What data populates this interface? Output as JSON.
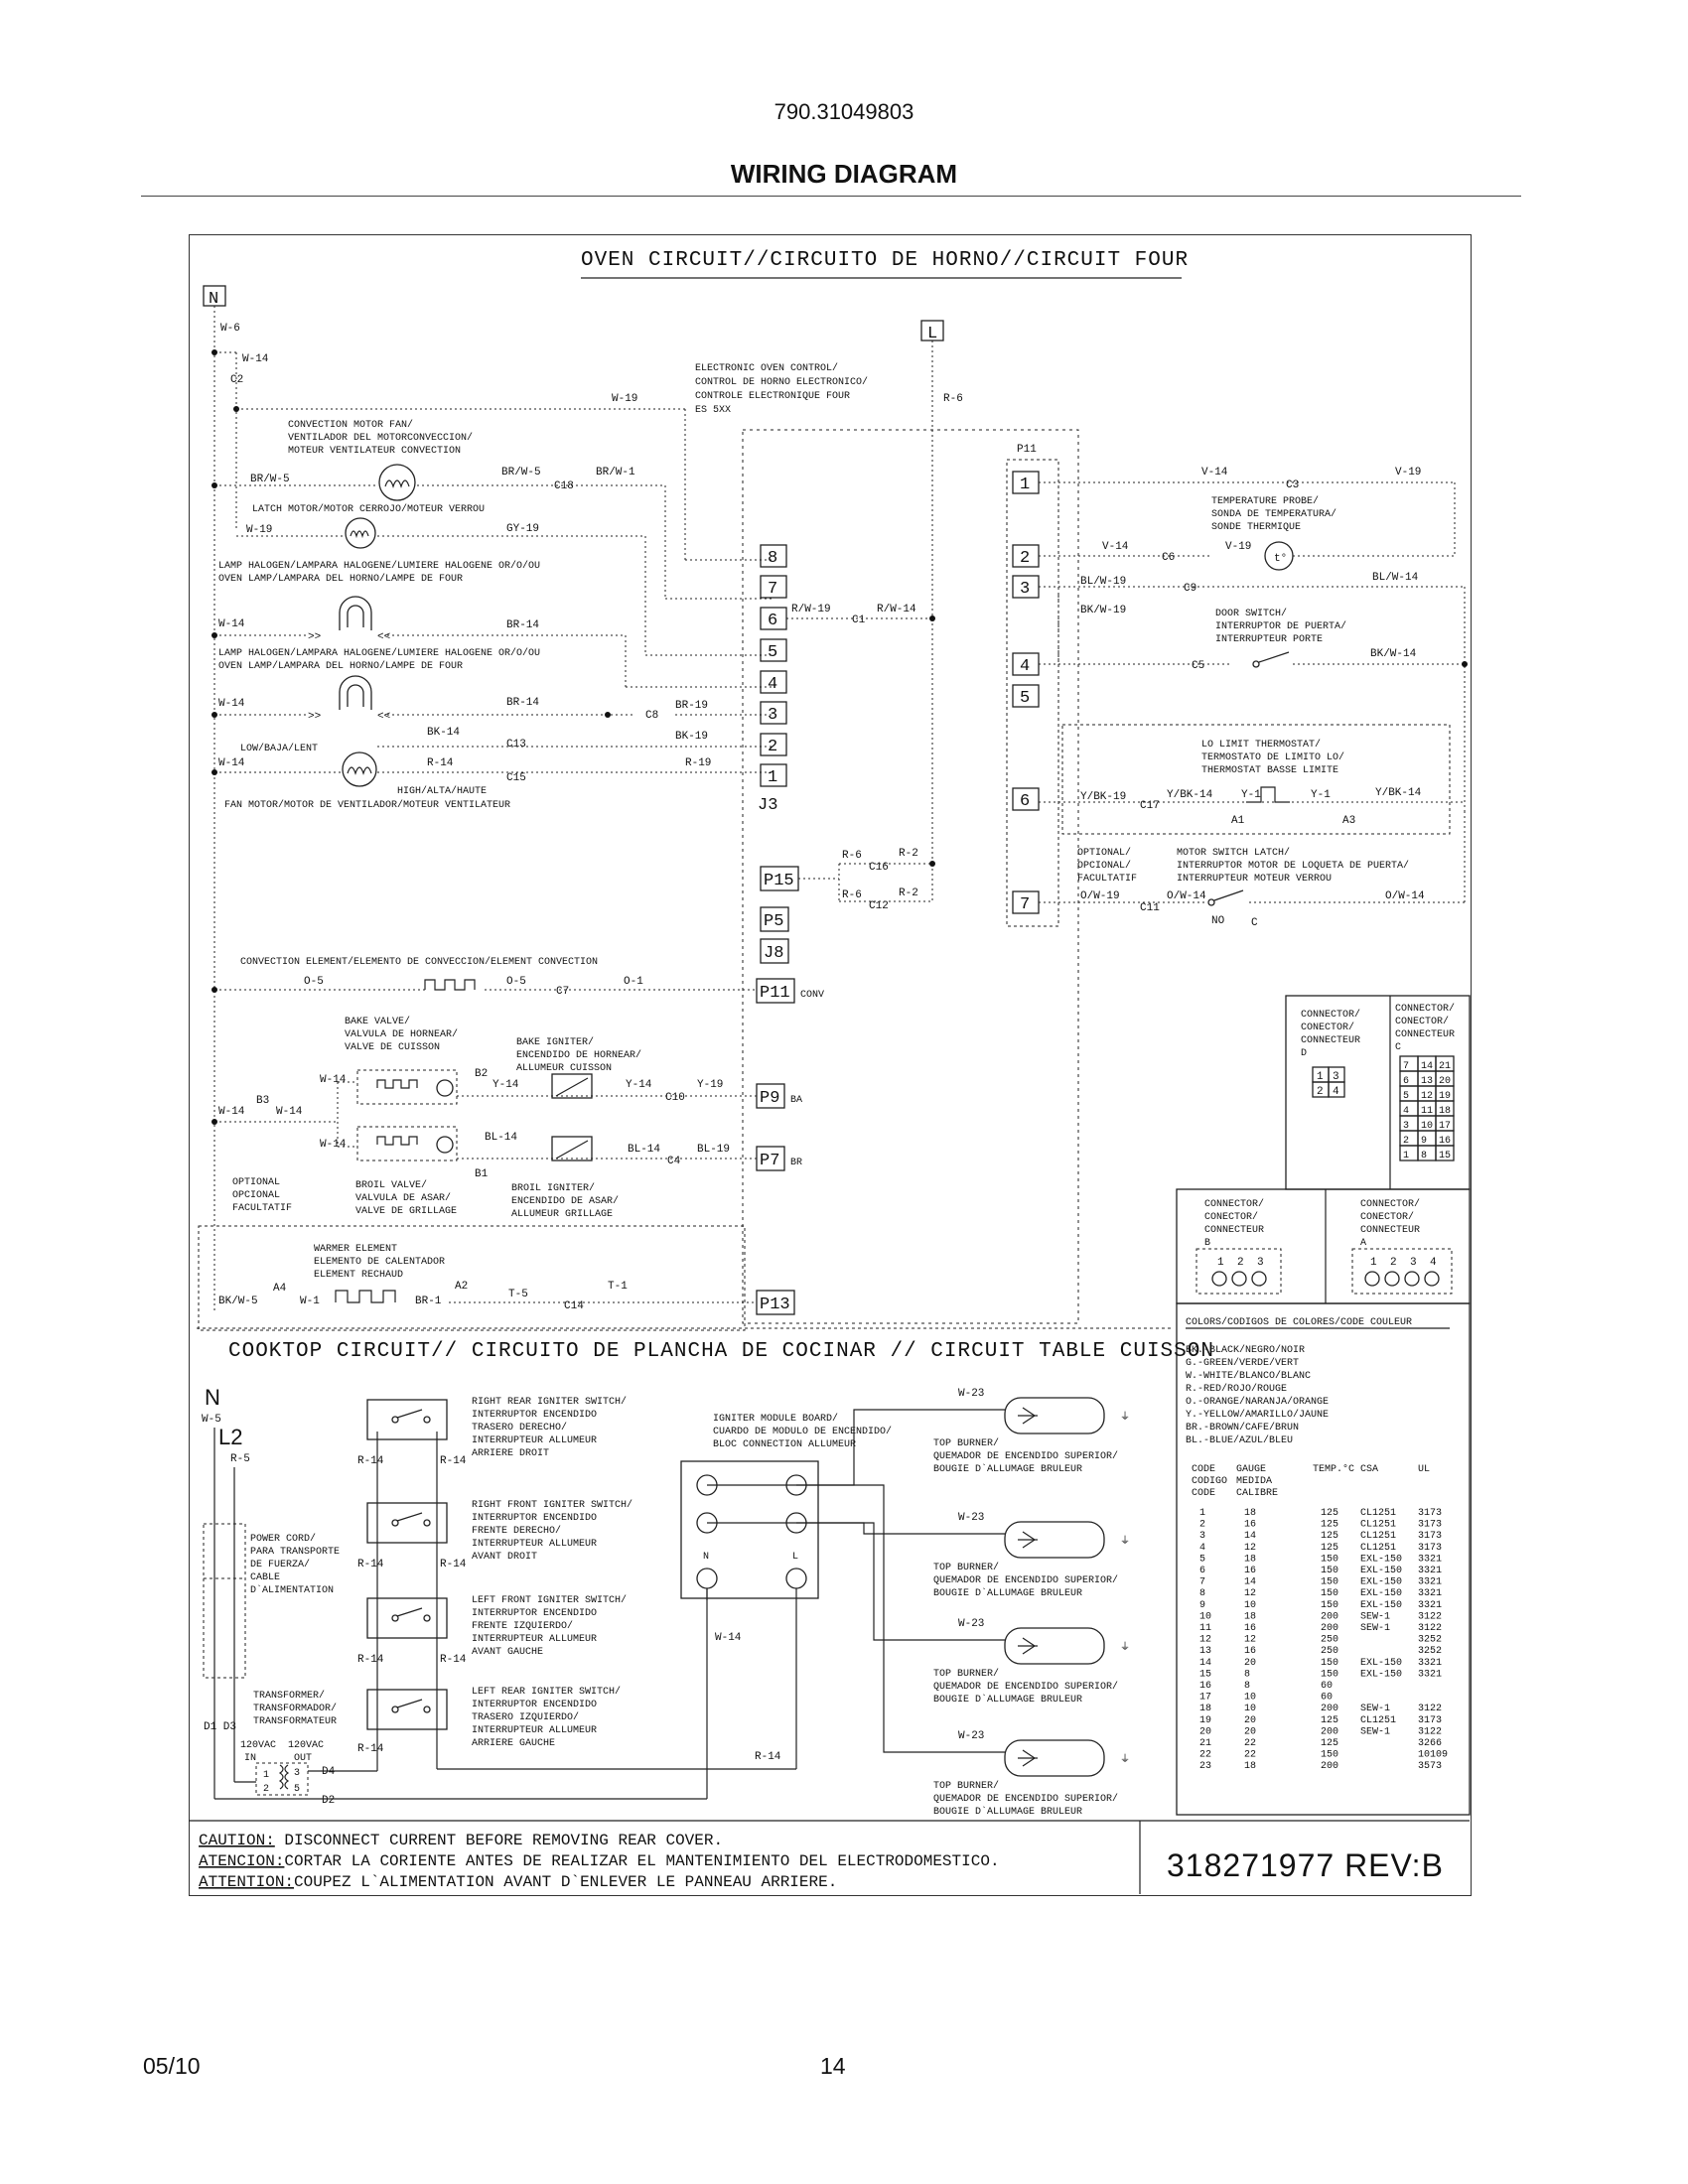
{
  "header": {
    "model": "790.31049803",
    "title": "WIRING DIAGRAM"
  },
  "footer": {
    "date": "05/10",
    "page": "14"
  },
  "oven": {
    "title": "OVEN CIRCUIT//CIRCUITO DE HORNO//CIRCUIT FOUR",
    "N": "N",
    "L": "L",
    "eoc": [
      "ELECTRONIC OVEN CONTROL/",
      "CONTROL DE HORNO ELECTRONICO/",
      "CONTROLE ELECTRONIQUE FOUR",
      "ES 5XX"
    ],
    "conv_fan": [
      "CONVECTION MOTOR FAN/",
      "VENTILADOR DEL MOTORCONVECCION/",
      "MOTEUR VENTILATEUR CONVECTION"
    ],
    "latch": "LATCH MOTOR/MOTOR CERROJO/MOTEUR VERROU",
    "lamp1": [
      "LAMP HALOGEN/LAMPARA HALOGENE/LUMIERE HALOGENE  OR/O/OU",
      "OVEN LAMP/LAMPARA DEL HORNO/LAMPE DE FOUR"
    ],
    "lamp2": [
      "LAMP HALOGEN/LAMPARA HALOGENE/LUMIERE HALOGENE  OR/O/OU",
      "OVEN LAMP/LAMPARA DEL HORNO/LAMPE DE FOUR"
    ],
    "fan_low": "LOW/BAJA/LENT",
    "fan_high": "HIGH/ALTA/HAUTE",
    "fan_motor": "FAN MOTOR/MOTOR DE VENTILADOR/MOTEUR VENTILATEUR",
    "conv_elem": "CONVECTION ELEMENT/ELEMENTO DE CONVECCION/ELEMENT CONVECTION",
    "bake_valve": [
      "BAKE VALVE/",
      "VALVULA DE HORNEAR/",
      "VALVE DE CUISSON"
    ],
    "bake_igniter": [
      "BAKE IGNITER/",
      "ENCENDIDO DE HORNEAR/",
      "ALLUMEUR CUISSON"
    ],
    "broil_valve": [
      "BROIL VALVE/",
      "VALVULA DE ASAR/",
      "VALVE DE GRILLAGE"
    ],
    "broil_igniter": [
      "BROIL IGNITER/",
      "ENCENDIDO DE ASAR/",
      "ALLUMEUR GRILLAGE"
    ],
    "optional": [
      "OPTIONAL",
      "OPCIONAL",
      "FACULTATIF"
    ],
    "warmer": [
      "WARMER ELEMENT",
      "ELEMENTO DE CALENTADOR",
      "ELEMENT RECHAUD"
    ],
    "temp_probe": [
      "TEMPERATURE PROBE/",
      "SONDA DE TEMPERATURA/",
      "SONDE THERMIQUE"
    ],
    "door_switch": [
      "DOOR SWITCH/",
      "INTERRUPTOR DE PUERTA/",
      "INTERRUPTEUR PORTE"
    ],
    "lo_limit": [
      "LO LIMIT THERMOSTAT/",
      "TERMOSTATO DE LIMITO LO/",
      "THERMOSTAT BASSE LIMITE"
    ],
    "motor_latch": [
      "MOTOR SWITCH LATCH/",
      "INTERRUPTOR MOTOR DE LOQUETA DE PUERTA/",
      "INTERRUPTEUR MOTEUR VERROU"
    ],
    "optional2": [
      "OPTIONAL/",
      "OPCIONAL/",
      "FACULTATIF"
    ],
    "j3_pins": [
      "8",
      "7",
      "6",
      "5",
      "4",
      "3",
      "2",
      "1"
    ],
    "p11_pins": [
      "1",
      "2",
      "3",
      "4",
      "5",
      "6",
      "7"
    ],
    "ports": {
      "p15": "P15",
      "p5": "P5",
      "j8": "J8",
      "p11": "P11",
      "conv": "CONV",
      "p9": "P9",
      "ba": "BA",
      "p7": "P7",
      "br": "BR",
      "p13": "P13",
      "j3": "J3",
      "p11top": "P11"
    },
    "wires": {
      "w6": "W-6",
      "w14a": "W-14",
      "c2": "C2",
      "w19": "W-19",
      "r6": "R-6",
      "brw5": "BR/W-5",
      "brw5b": "BR/W-5",
      "brw1": "BR/W-1",
      "c18": "C18",
      "w19b": "W-19",
      "gy19": "GY-19",
      "w14b": "W-14",
      "br14a": "BR-14",
      "w14c": "W-14",
      "br14b": "BR-14",
      "c8": "C8",
      "br19": "BR-19",
      "bk14": "BK-14",
      "c13": "C13",
      "bk19": "BK-19",
      "w14d": "W-14",
      "r14": "R-14",
      "c15": "C15",
      "r19": "R-19",
      "rw19": "R/W-19",
      "c1": "C1",
      "rw14": "R/W-14",
      "r6b": "R-6",
      "r2a": "R-2",
      "c16": "C16",
      "r6c": "R-6",
      "r2b": "R-2",
      "c12": "C12",
      "o5a": "O-5",
      "o5b": "O-5",
      "c7": "C7",
      "o1": "O-1",
      "w14e": "W-14",
      "b3": "B3",
      "w14f": "W-14",
      "w14g": "W-14",
      "b2": "B2",
      "y14": "Y-14",
      "y14b": "Y-14",
      "c10": "C10",
      "y19": "Y-19",
      "w14h": "W-14",
      "bl14a": "BL-14",
      "b1": "B1",
      "bl14b": "BL-14",
      "c4": "C4",
      "bl19": "BL-19",
      "bkw5": "BK/W-5",
      "a4": "A4",
      "w1": "W-1",
      "a2": "A2",
      "br1": "BR-1",
      "t5": "T-5",
      "c14": "C14",
      "t1": "T-1",
      "v14a": "V-14",
      "c3": "C3",
      "v19a": "V-19",
      "v14b": "V-14",
      "c6": "C6",
      "v19b": "V-19",
      "blw19": "BL/W-19",
      "c9": "C9",
      "blw14": "BL/W-14",
      "bkw19": "BK/W-19",
      "bkw14": "BK/W-14",
      "c5": "C5",
      "ybk19": "Y/BK-19",
      "c17": "C17",
      "ybk14a": "Y/BK-14",
      "y1a": "Y-1",
      "y1b": "Y-1",
      "ybk14b": "Y/BK-14",
      "a1": "A1",
      "a3": "A3",
      "ow19": "O/W-19",
      "ow14a": "O/W-14",
      "c11": "C11",
      "no": "NO",
      "c": "C",
      "ow14b": "O/W-14"
    }
  },
  "connectors": {
    "d_label": [
      "CONNECTOR/",
      "CONECTOR/",
      "CONNECTEUR",
      "D"
    ],
    "d_grid": [
      [
        "1",
        "3"
      ],
      [
        "2",
        "4"
      ]
    ],
    "c_label": [
      "CONNECTOR/",
      "CONECTOR/",
      "CONNECTEUR",
      "C"
    ],
    "c_grid": [
      [
        "7",
        "14",
        "21"
      ],
      [
        "6",
        "13",
        "20"
      ],
      [
        "5",
        "12",
        "19"
      ],
      [
        "4",
        "11",
        "18"
      ],
      [
        "3",
        "10",
        "17"
      ],
      [
        "2",
        "9",
        "16"
      ],
      [
        "1",
        "8",
        "15"
      ]
    ],
    "b_label": [
      "CONNECTOR/",
      "CONECTOR/",
      "CONNECTEUR",
      "B"
    ],
    "b_pins": [
      "1",
      "2",
      "3"
    ],
    "a_label": [
      "CONNECTOR/",
      "CONECTOR/",
      "CONNECTEUR",
      "A"
    ],
    "a_pins": [
      "1",
      "2",
      "3",
      "4"
    ]
  },
  "colors": {
    "title": "COLORS/CODIGOS DE COLORES/CODE COULEUR",
    "items": [
      "BK.-BLACK/NEGRO/NOIR",
      "G.-GREEN/VERDE/VERT",
      "W.-WHITE/BLANCO/BLANC",
      "R.-RED/ROJO/ROUGE",
      "O.-ORANGE/NARANJA/ORANGE",
      "Y.-YELLOW/AMARILLO/JAUNE",
      "BR.-BROWN/CAFE/BRUN",
      "BL.-BLUE/AZUL/BLEU"
    ]
  },
  "gauge_table": {
    "headers": [
      [
        "CODE",
        "GAUGE",
        "TEMP.°C",
        "CSA",
        "UL"
      ],
      [
        "CODIGO",
        "MEDIDA",
        "",
        "",
        ""
      ],
      [
        "CODE",
        "CALIBRE",
        "",
        "",
        ""
      ]
    ],
    "rows": [
      [
        "1",
        "18",
        "125",
        "CL1251",
        "3173"
      ],
      [
        "2",
        "16",
        "125",
        "CL1251",
        "3173"
      ],
      [
        "3",
        "14",
        "125",
        "CL1251",
        "3173"
      ],
      [
        "4",
        "12",
        "125",
        "CL1251",
        "3173"
      ],
      [
        "5",
        "18",
        "150",
        "EXL-150",
        "3321"
      ],
      [
        "6",
        "16",
        "150",
        "EXL-150",
        "3321"
      ],
      [
        "7",
        "14",
        "150",
        "EXL-150",
        "3321"
      ],
      [
        "8",
        "12",
        "150",
        "EXL-150",
        "3321"
      ],
      [
        "9",
        "10",
        "150",
        "EXL-150",
        "3321"
      ],
      [
        "10",
        "18",
        "200",
        "SEW-1",
        "3122"
      ],
      [
        "11",
        "16",
        "200",
        "SEW-1",
        "3122"
      ],
      [
        "12",
        "12",
        "250",
        "",
        "3252"
      ],
      [
        "13",
        "16",
        "250",
        "",
        "3252"
      ],
      [
        "14",
        "20",
        "150",
        "EXL-150",
        "3321"
      ],
      [
        "15",
        "8",
        "150",
        "EXL-150",
        "3321"
      ],
      [
        "16",
        "8",
        "60",
        "",
        ""
      ],
      [
        "17",
        "10",
        "60",
        "",
        ""
      ],
      [
        "18",
        "10",
        "200",
        "SEW-1",
        "3122"
      ],
      [
        "19",
        "20",
        "125",
        "CL1251",
        "3173"
      ],
      [
        "20",
        "20",
        "200",
        "SEW-1",
        "3122"
      ],
      [
        "21",
        "22",
        "125",
        "",
        "3266"
      ],
      [
        "22",
        "22",
        "150",
        "",
        "10109"
      ],
      [
        "23",
        "18",
        "200",
        "",
        "3573"
      ]
    ]
  },
  "cooktop": {
    "title": "COOKTOP CIRCUIT// CIRCUITO DE PLANCHA DE COCINAR // CIRCUIT TABLE CUISSON",
    "N": "N",
    "w5": "W-5",
    "L2": "L2",
    "r5": "R-5",
    "power_cord": [
      "POWER CORD/",
      "PARA TRANSPORTE",
      "DE FUERZA/",
      "CABLE",
      "D`ALIMENTATION"
    ],
    "transformer": [
      "TRANSFORMER/",
      "TRANSFORMADOR/",
      "TRANSFORMATEUR"
    ],
    "d1d3": "D1 D3",
    "vin": [
      "120VAC",
      "IN"
    ],
    "vout": [
      "120VAC",
      "OUT"
    ],
    "d4": "D4",
    "d2": "D2",
    "t1": "1",
    "t2": "2",
    "t3": "3",
    "t5": "5",
    "switches": [
      [
        "RIGHT REAR IGNITER SWITCH/",
        "INTERRUPTOR ENCENDIDO",
        "TRASERO DERECHO/",
        "INTERRUPTEUR ALLUMEUR",
        "ARRIERE DROIT"
      ],
      [
        "RIGHT FRONT IGNITER SWITCH/",
        "INTERRUPTOR  ENCENDIDO",
        "FRENTE DERECHO/",
        "INTERRUPTEUR ALLUMEUR",
        "AVANT DROIT"
      ],
      [
        "LEFT FRONT IGNITER SWITCH/",
        "INTERRUPTOR  ENCENDIDO",
        "FRENTE IZQUIERDO/",
        "INTERRUPTEUR ALLUMEUR",
        "AVANT GAUCHE"
      ],
      [
        "LEFT REAR IGNITER SWITCH/",
        "INTERRUPTOR ENCENDIDO",
        "TRASERO IZQUIERDO/",
        "INTERRUPTEUR ALLUMEUR",
        "ARRIERE GAUCHE"
      ]
    ],
    "r14": "R-14",
    "module": [
      "IGNITER MODULE BOARD/",
      "CUARDO DE MODULO DE ENCENDIDO/",
      "BLOC CONNECTION ALLUMEUR"
    ],
    "module_n": "N",
    "module_l": "L",
    "w14": "W-14",
    "r14b": "R-14",
    "w23": "W-23",
    "burner": [
      "TOP BURNER/",
      "QUEMADOR DE ENCENDIDO SUPERIOR/",
      "BOUGIE D`ALLUMAGE BRULEUR"
    ]
  },
  "caution": {
    "line1_key": "CAUTION:",
    "line1": " DISCONNECT CURRENT BEFORE REMOVING REAR COVER.",
    "line2_key": "ATENCION:",
    "line2": "CORTAR LA CORIENTE ANTES DE REALIZAR EL MANTENIMIENTO DEL ELECTRODOMESTICO.",
    "line3_key": "ATTENTION:",
    "line3": "COUPEZ L`ALIMENTATION AVANT D`ENLEVER LE PANNEAU ARRIERE."
  },
  "doc_number": "318271977  REV:B"
}
